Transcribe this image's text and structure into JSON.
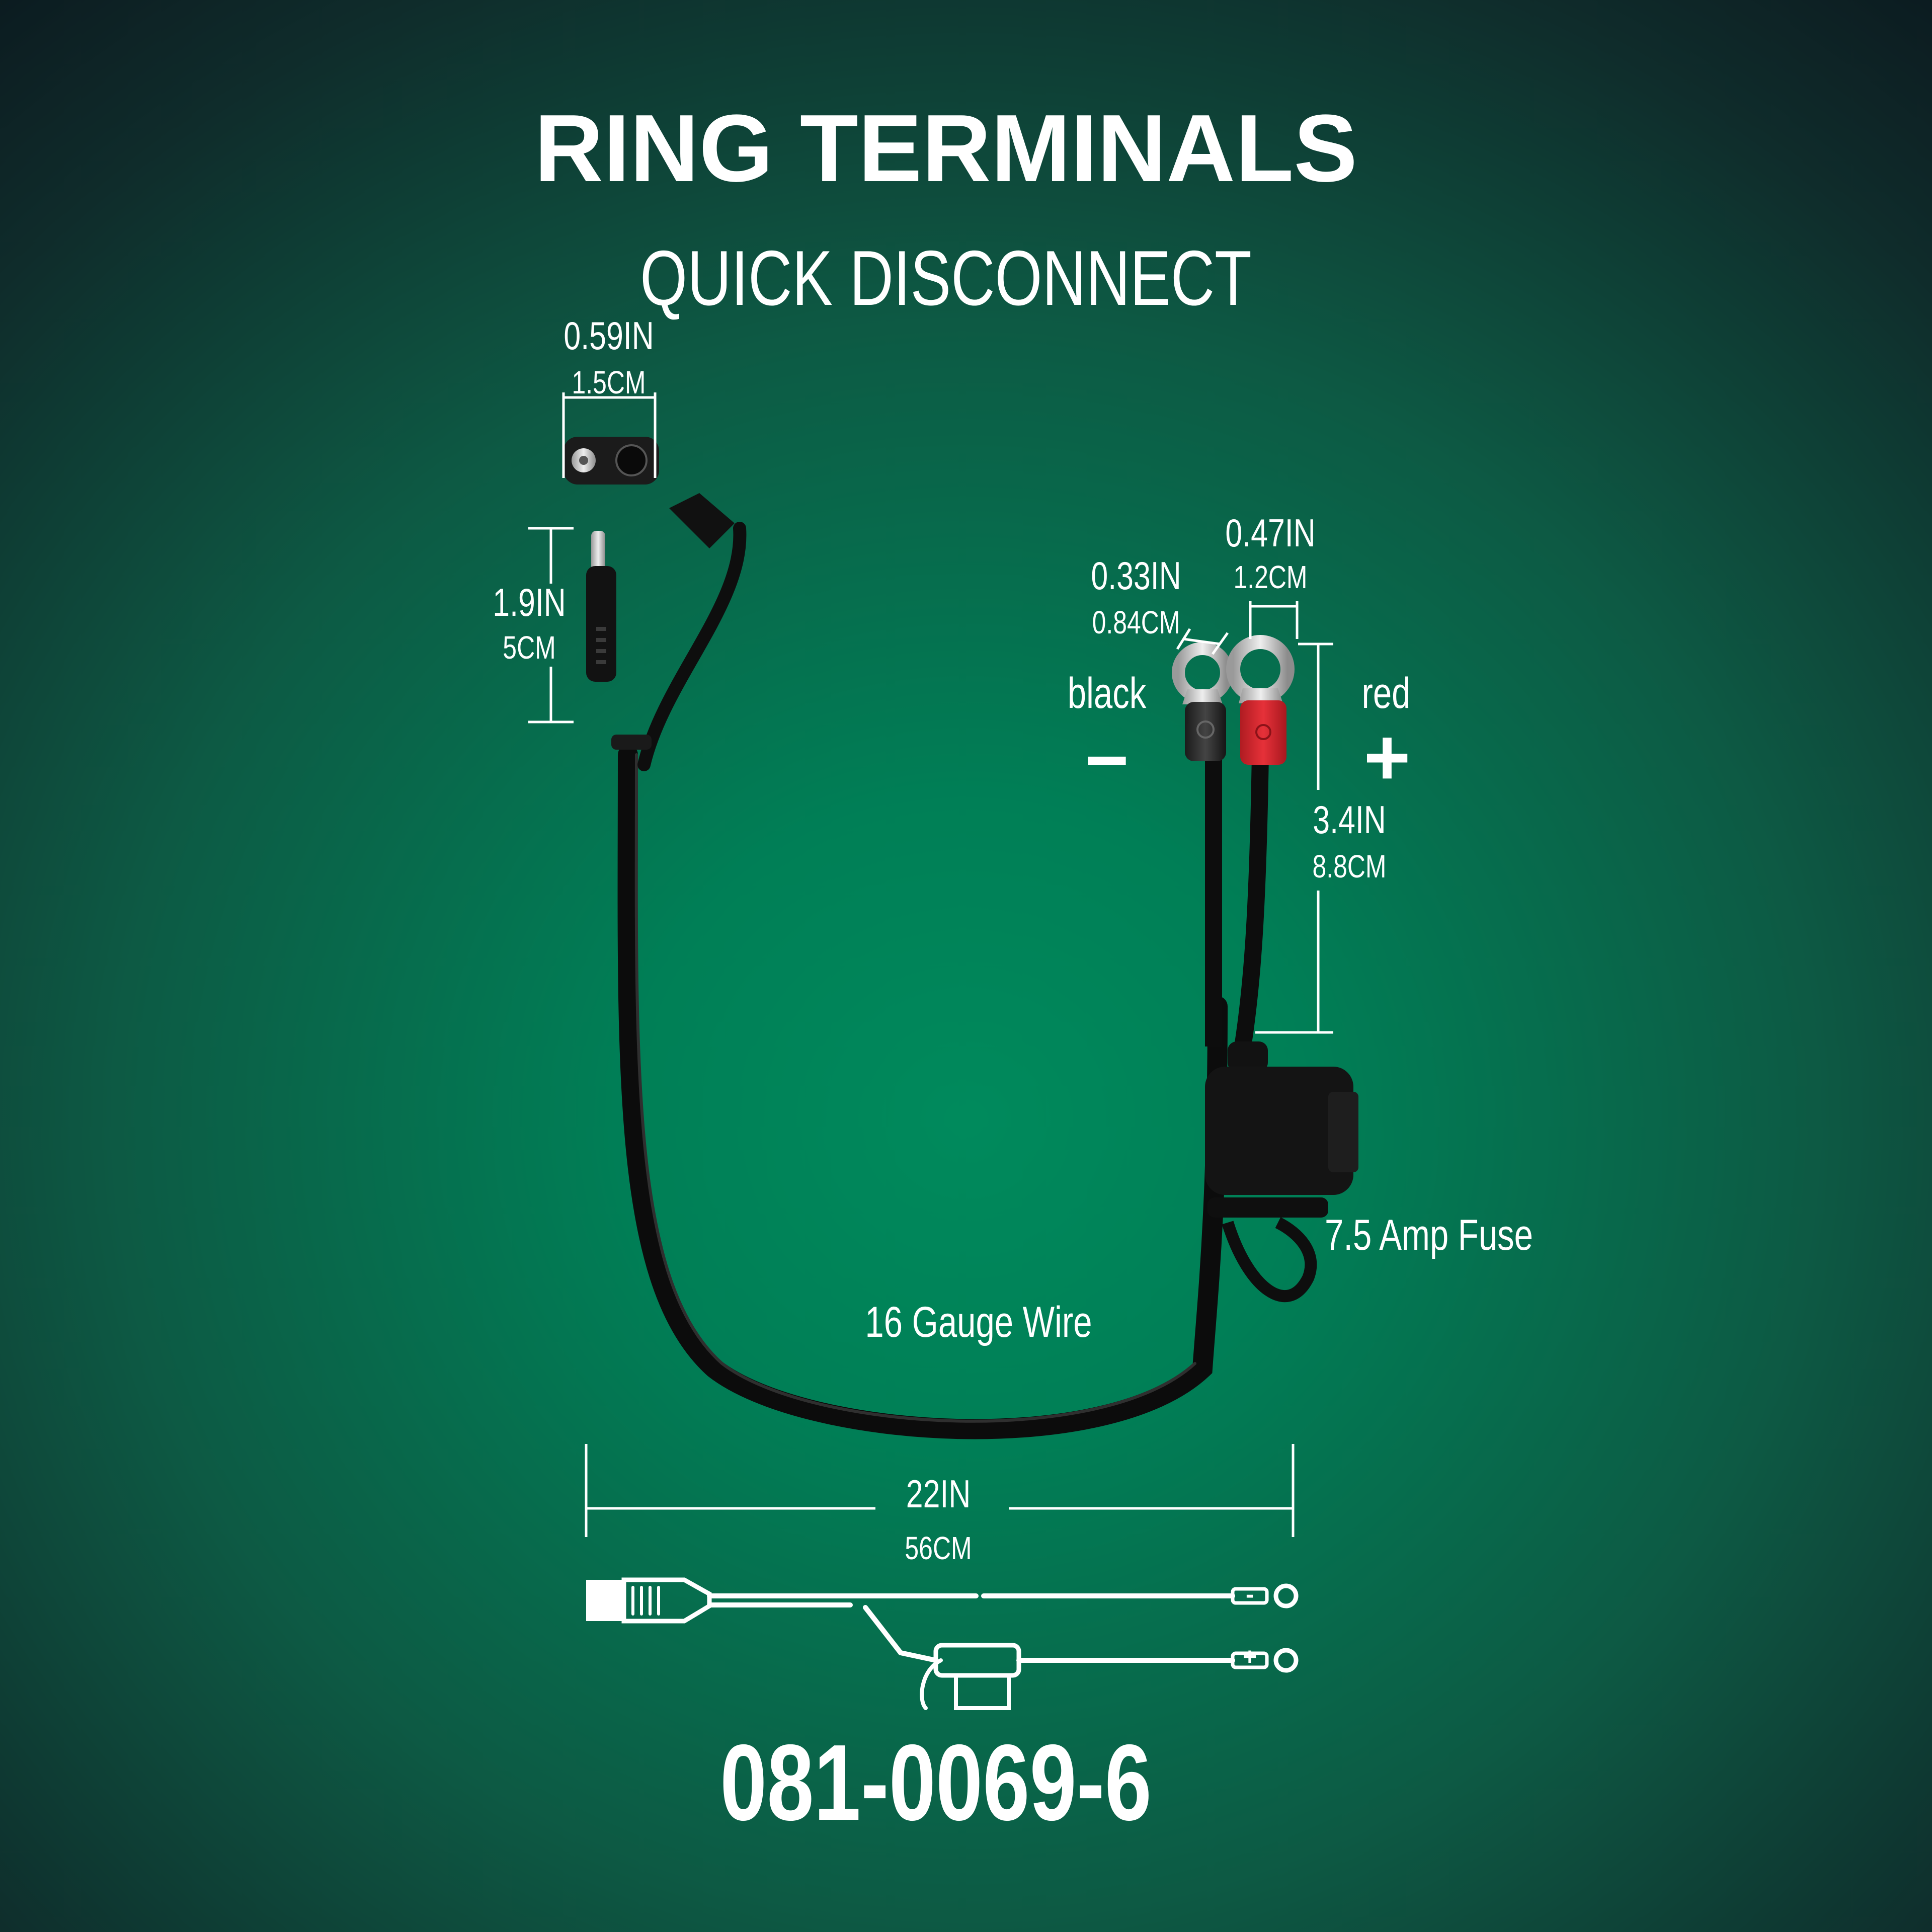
{
  "title": "RING TERMINALS",
  "subtitle": "QUICK DISCONNECT",
  "part_number": "081-0069-6",
  "dimensions": {
    "connector_width": {
      "in": "0.59IN",
      "cm": "1.5CM"
    },
    "connector_length": {
      "in": "1.9IN",
      "cm": "5CM"
    },
    "ring_black": {
      "in": "0.33IN",
      "cm": "0.84CM"
    },
    "ring_red": {
      "in": "0.47IN",
      "cm": "1.2CM"
    },
    "lead_length": {
      "in": "3.4IN",
      "cm": "8.8CM"
    },
    "total_length": {
      "in": "22IN",
      "cm": "56CM"
    }
  },
  "labels": {
    "black": "black",
    "minus": "−",
    "red": "red",
    "plus": "+",
    "fuse": "7.5 Amp Fuse",
    "wire": "16 Gauge Wire"
  },
  "diagram_symbols": {
    "minus": "-",
    "plus": "+"
  },
  "colors": {
    "red_terminal": "#d8262e",
    "black_terminal": "#2b2b2b",
    "background_center": "#008a5c"
  }
}
